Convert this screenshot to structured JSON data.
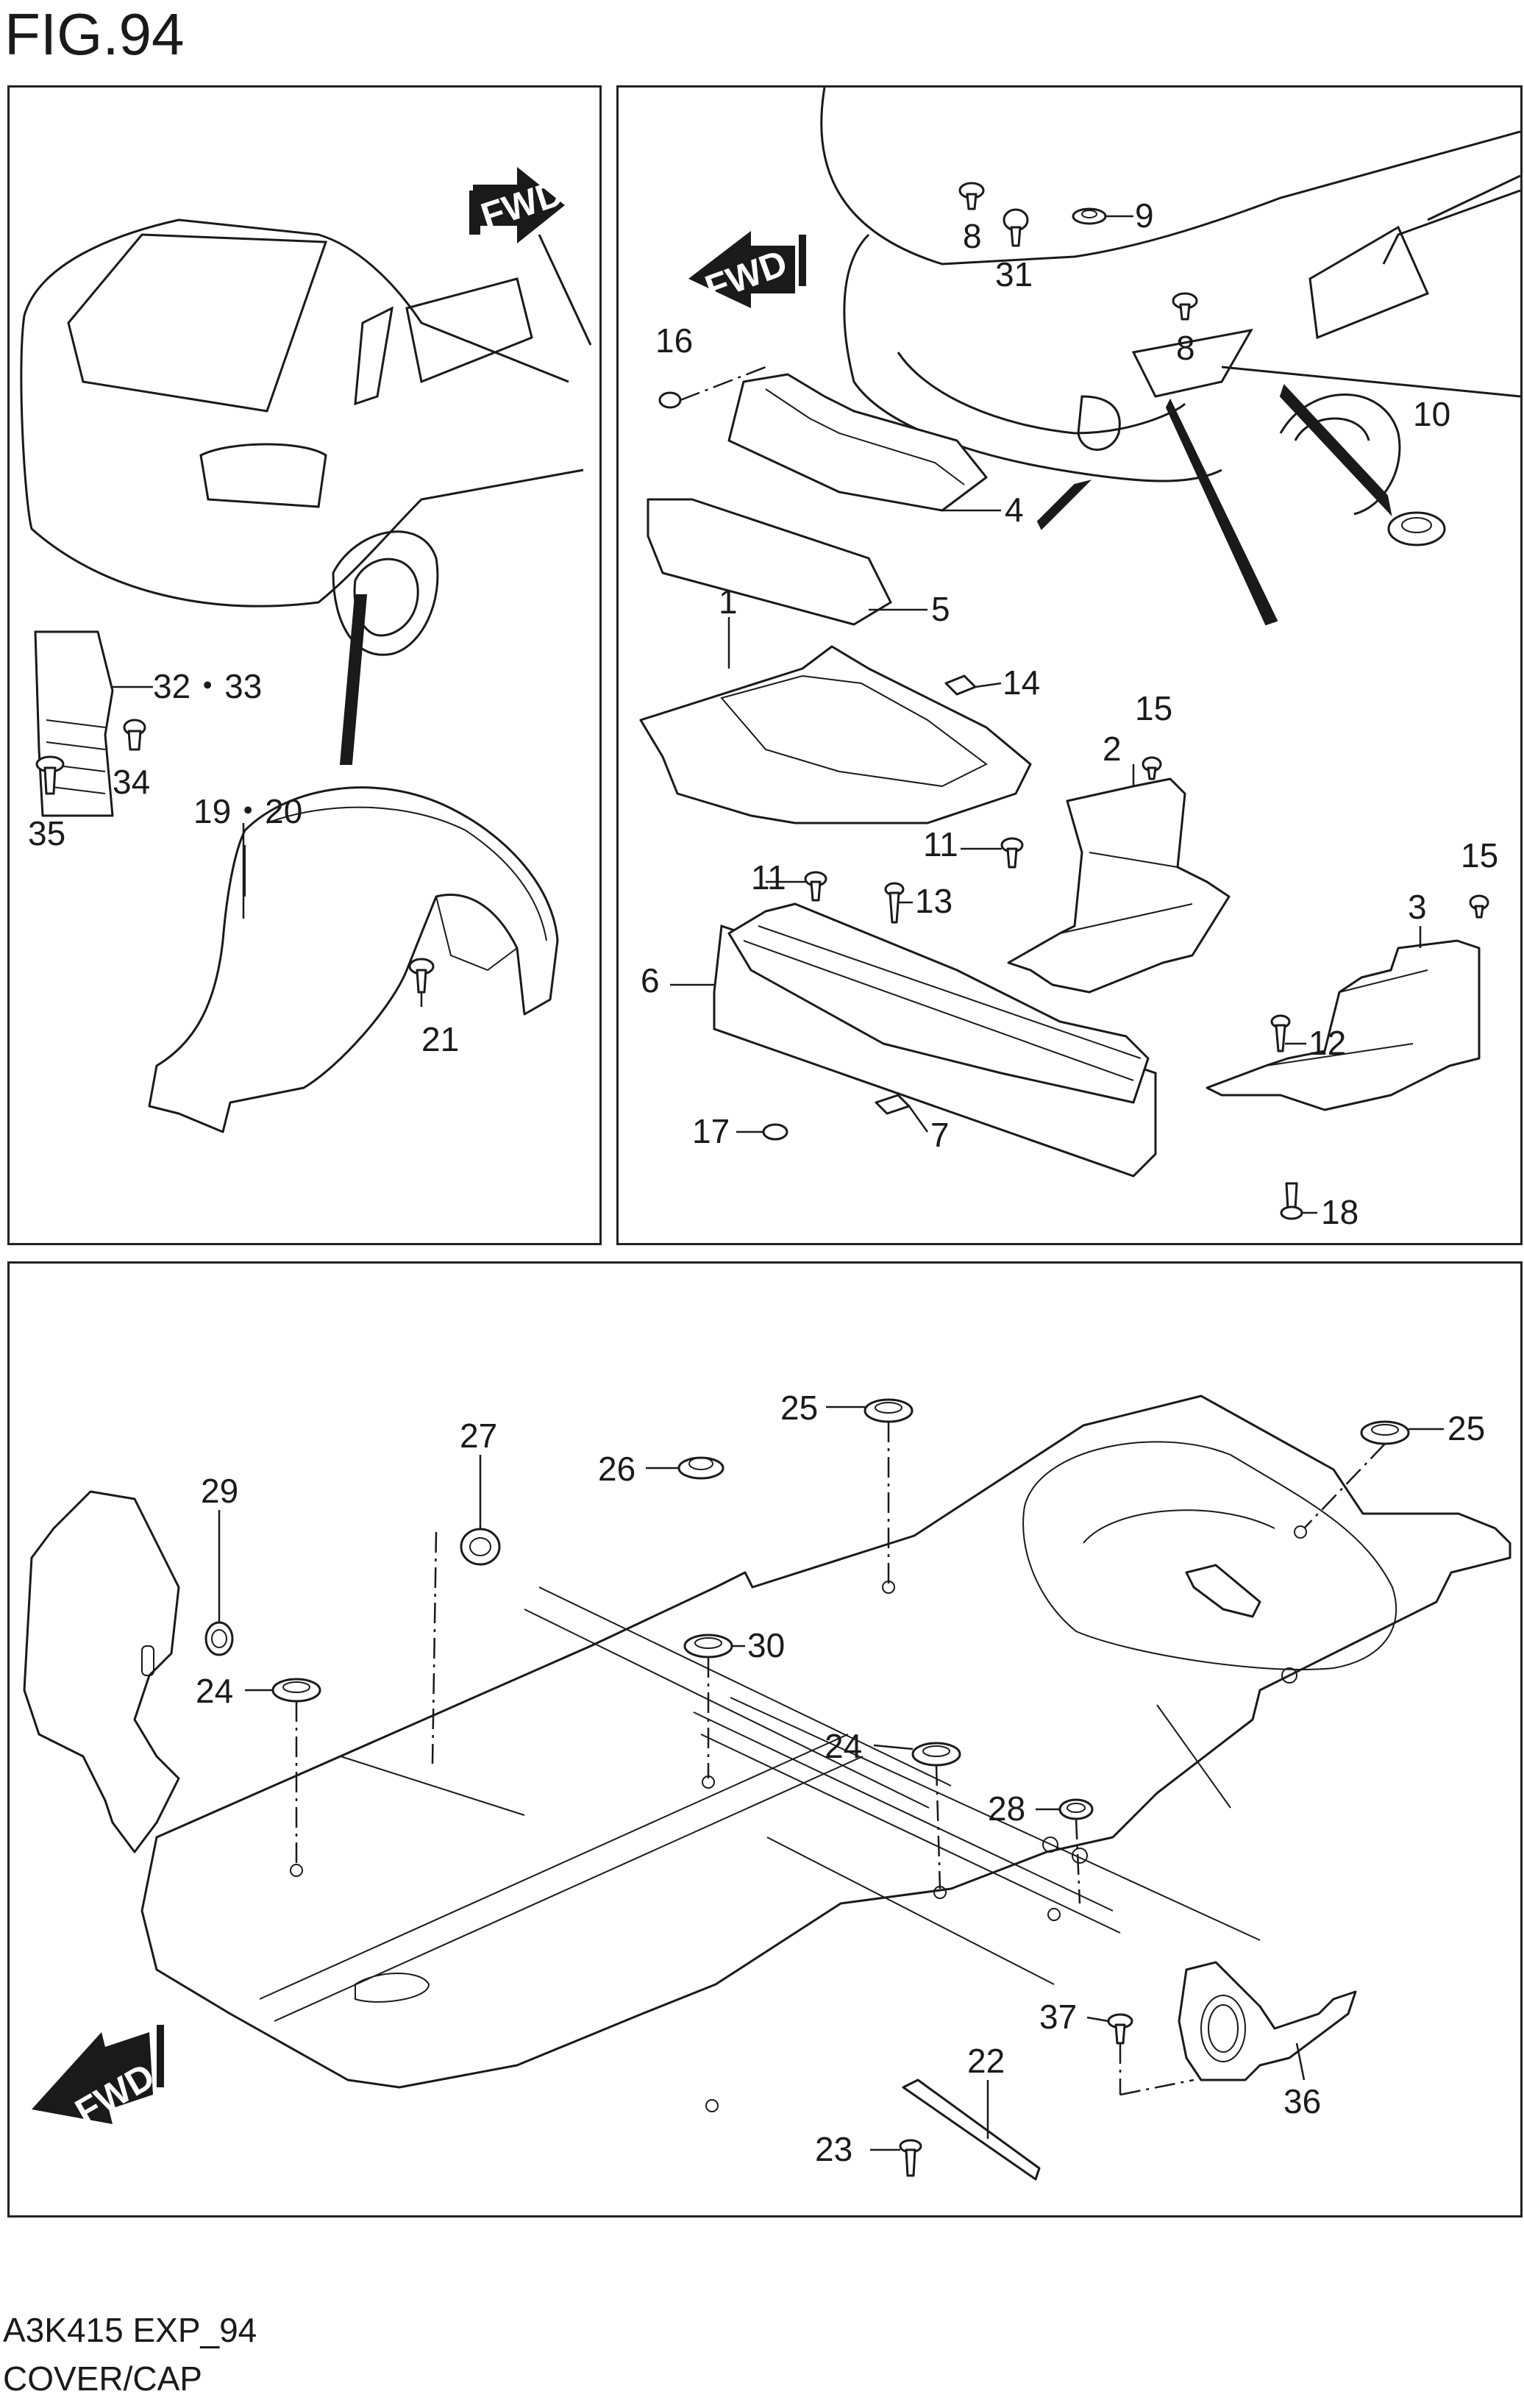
{
  "figure": {
    "title": "FIG.94"
  },
  "fwd_label": "FWD",
  "footer": {
    "code": "A3K415 EXP_94",
    "name": "COVER/CAP"
  },
  "callouts": {
    "left": [
      {
        "id": "c-32-33",
        "text": "32・33"
      },
      {
        "id": "c-34",
        "text": "34"
      },
      {
        "id": "c-35",
        "text": "35"
      },
      {
        "id": "c-19-20",
        "text": "19・20"
      },
      {
        "id": "c-21",
        "text": "21"
      }
    ],
    "right": [
      {
        "id": "c-8a",
        "text": "8"
      },
      {
        "id": "c-31",
        "text": "31"
      },
      {
        "id": "c-9",
        "text": "9"
      },
      {
        "id": "c-8b",
        "text": "8"
      },
      {
        "id": "c-16",
        "text": "16"
      },
      {
        "id": "c-10",
        "text": "10"
      },
      {
        "id": "c-4",
        "text": "4"
      },
      {
        "id": "c-5",
        "text": "5"
      },
      {
        "id": "c-1",
        "text": "1"
      },
      {
        "id": "c-14",
        "text": "14"
      },
      {
        "id": "c-15a",
        "text": "15"
      },
      {
        "id": "c-2",
        "text": "2"
      },
      {
        "id": "c-11a",
        "text": "11"
      },
      {
        "id": "c-11b",
        "text": "11"
      },
      {
        "id": "c-13",
        "text": "13"
      },
      {
        "id": "c-15b",
        "text": "15"
      },
      {
        "id": "c-3",
        "text": "3"
      },
      {
        "id": "c-6",
        "text": "6"
      },
      {
        "id": "c-12",
        "text": "12"
      },
      {
        "id": "c-17",
        "text": "17"
      },
      {
        "id": "c-7",
        "text": "7"
      },
      {
        "id": "c-18",
        "text": "18"
      }
    ],
    "bottom": [
      {
        "id": "c-25a",
        "text": "25"
      },
      {
        "id": "c-25b",
        "text": "25"
      },
      {
        "id": "c-27",
        "text": "27"
      },
      {
        "id": "c-26",
        "text": "26"
      },
      {
        "id": "c-29",
        "text": "29"
      },
      {
        "id": "c-30",
        "text": "30"
      },
      {
        "id": "c-24a",
        "text": "24"
      },
      {
        "id": "c-24b",
        "text": "24"
      },
      {
        "id": "c-28",
        "text": "28"
      },
      {
        "id": "c-37",
        "text": "37"
      },
      {
        "id": "c-22",
        "text": "22"
      },
      {
        "id": "c-36",
        "text": "36"
      },
      {
        "id": "c-23",
        "text": "23"
      }
    ]
  }
}
